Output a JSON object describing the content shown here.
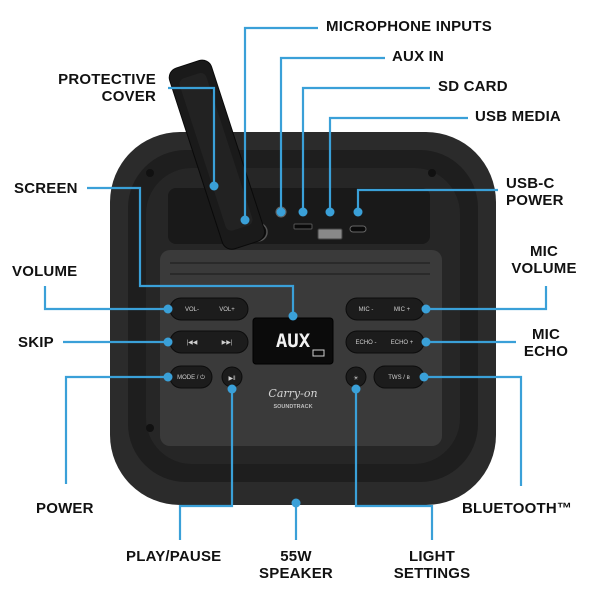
{
  "labels": {
    "microphone_inputs": "MICROPHONE INPUTS",
    "aux_in": "AUX IN",
    "sd_card": "SD CARD",
    "usb_media": "USB MEDIA",
    "protective_cover_line1": "PROTECTIVE",
    "protective_cover_line2": "COVER",
    "screen": "SCREEN",
    "usbc_power_line1": "USB-C",
    "usbc_power_line2": "POWER",
    "volume": "VOLUME",
    "mic_volume_line1": "MIC",
    "mic_volume_line2": "VOLUME",
    "skip": "SKIP",
    "mic_echo_line1": "MIC",
    "mic_echo_line2": "ECHO",
    "power": "POWER",
    "bluetooth": "BLUETOOTH™",
    "play_pause": "PLAY/PAUSE",
    "speaker_line1": "55W",
    "speaker_line2": "SPEAKER",
    "light_settings_line1": "LIGHT",
    "light_settings_line2": "SETTINGS"
  },
  "device": {
    "display_text": "AUX",
    "logo_script": "Carry-on",
    "logo_sub": "SOUNDTRACK",
    "buttons": {
      "vol_down": "VOL-",
      "vol_up": "VOL+",
      "skip_prev": "|◀◀",
      "skip_next": "▶▶|",
      "mode": "MODE / ⏻",
      "play_pause": "▶‖",
      "mic_down": "MIC -",
      "mic_up": "MIC +",
      "echo_down": "ECHO -",
      "echo_up": "ECHO +",
      "light": "☀",
      "tws": "TWS / в"
    }
  },
  "colors": {
    "callout": "#3aa0d8",
    "speaker_body": "#2e2e2e",
    "panel": "#3c3c3c",
    "display": "#0b0b0b",
    "display_text": "#f2f2f2"
  }
}
